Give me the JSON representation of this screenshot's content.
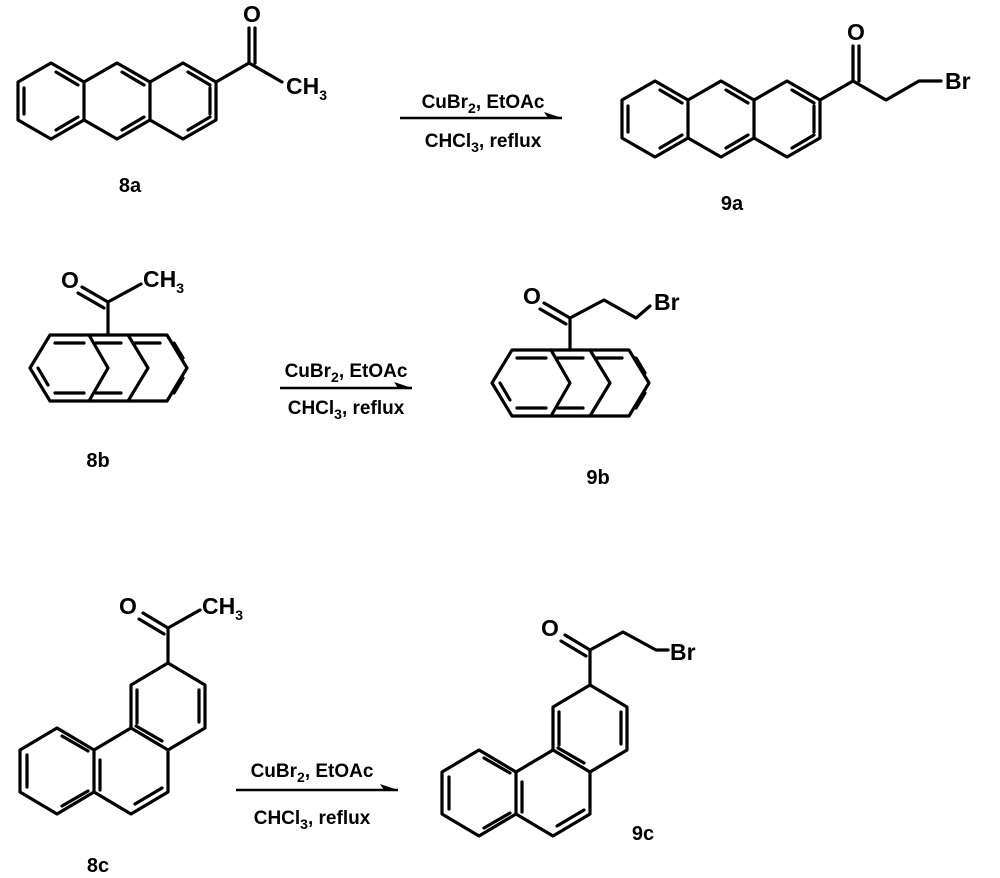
{
  "reactions": [
    {
      "reagent": "CuBr",
      "reagent_sub": "2",
      "reagent_tail": ", EtOAc",
      "solvent": "CHCl",
      "solvent_sub": "3",
      "solvent_tail": ", reflux",
      "start_label": "8a",
      "product_label": "9a",
      "start_atoms": {
        "o": "O",
        "me": "CH",
        "me_sub": "3"
      },
      "product_atoms": {
        "o": "O",
        "br": "Br"
      }
    },
    {
      "reagent": "CuBr",
      "reagent_sub": "2",
      "reagent_tail": ", EtOAc",
      "solvent": "CHCl",
      "solvent_sub": "3",
      "solvent_tail": ", reflux",
      "start_label": "8b",
      "product_label": "9b",
      "start_atoms": {
        "o": "O",
        "me": "CH",
        "me_sub": "3"
      },
      "product_atoms": {
        "o": "O",
        "br": "Br"
      }
    },
    {
      "reagent": "CuBr",
      "reagent_sub": "2",
      "reagent_tail": ", EtOAc",
      "solvent": "CHCl",
      "solvent_sub": "3",
      "solvent_tail": ", reflux",
      "start_label": "8c",
      "product_label": "9c",
      "start_atoms": {
        "o": "O",
        "me": "CH",
        "me_sub": "3"
      },
      "product_atoms": {
        "o": "O",
        "br": "Br"
      }
    }
  ]
}
